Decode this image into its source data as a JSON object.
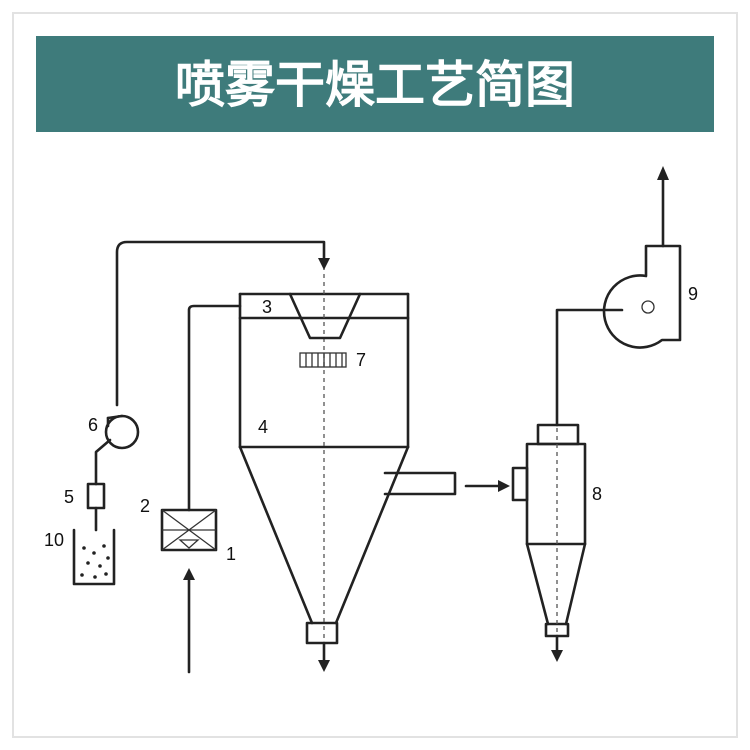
{
  "title": "喷雾干燥工艺简图",
  "colors": {
    "banner": "#3e7b7b",
    "line": "#222222",
    "frame": "#e2e2e2"
  },
  "labels": {
    "l1": "1",
    "l2": "2",
    "l3": "3",
    "l4": "4",
    "l5": "5",
    "l6": "6",
    "l7": "7",
    "l8": "8",
    "l9": "9",
    "l10": "10"
  }
}
